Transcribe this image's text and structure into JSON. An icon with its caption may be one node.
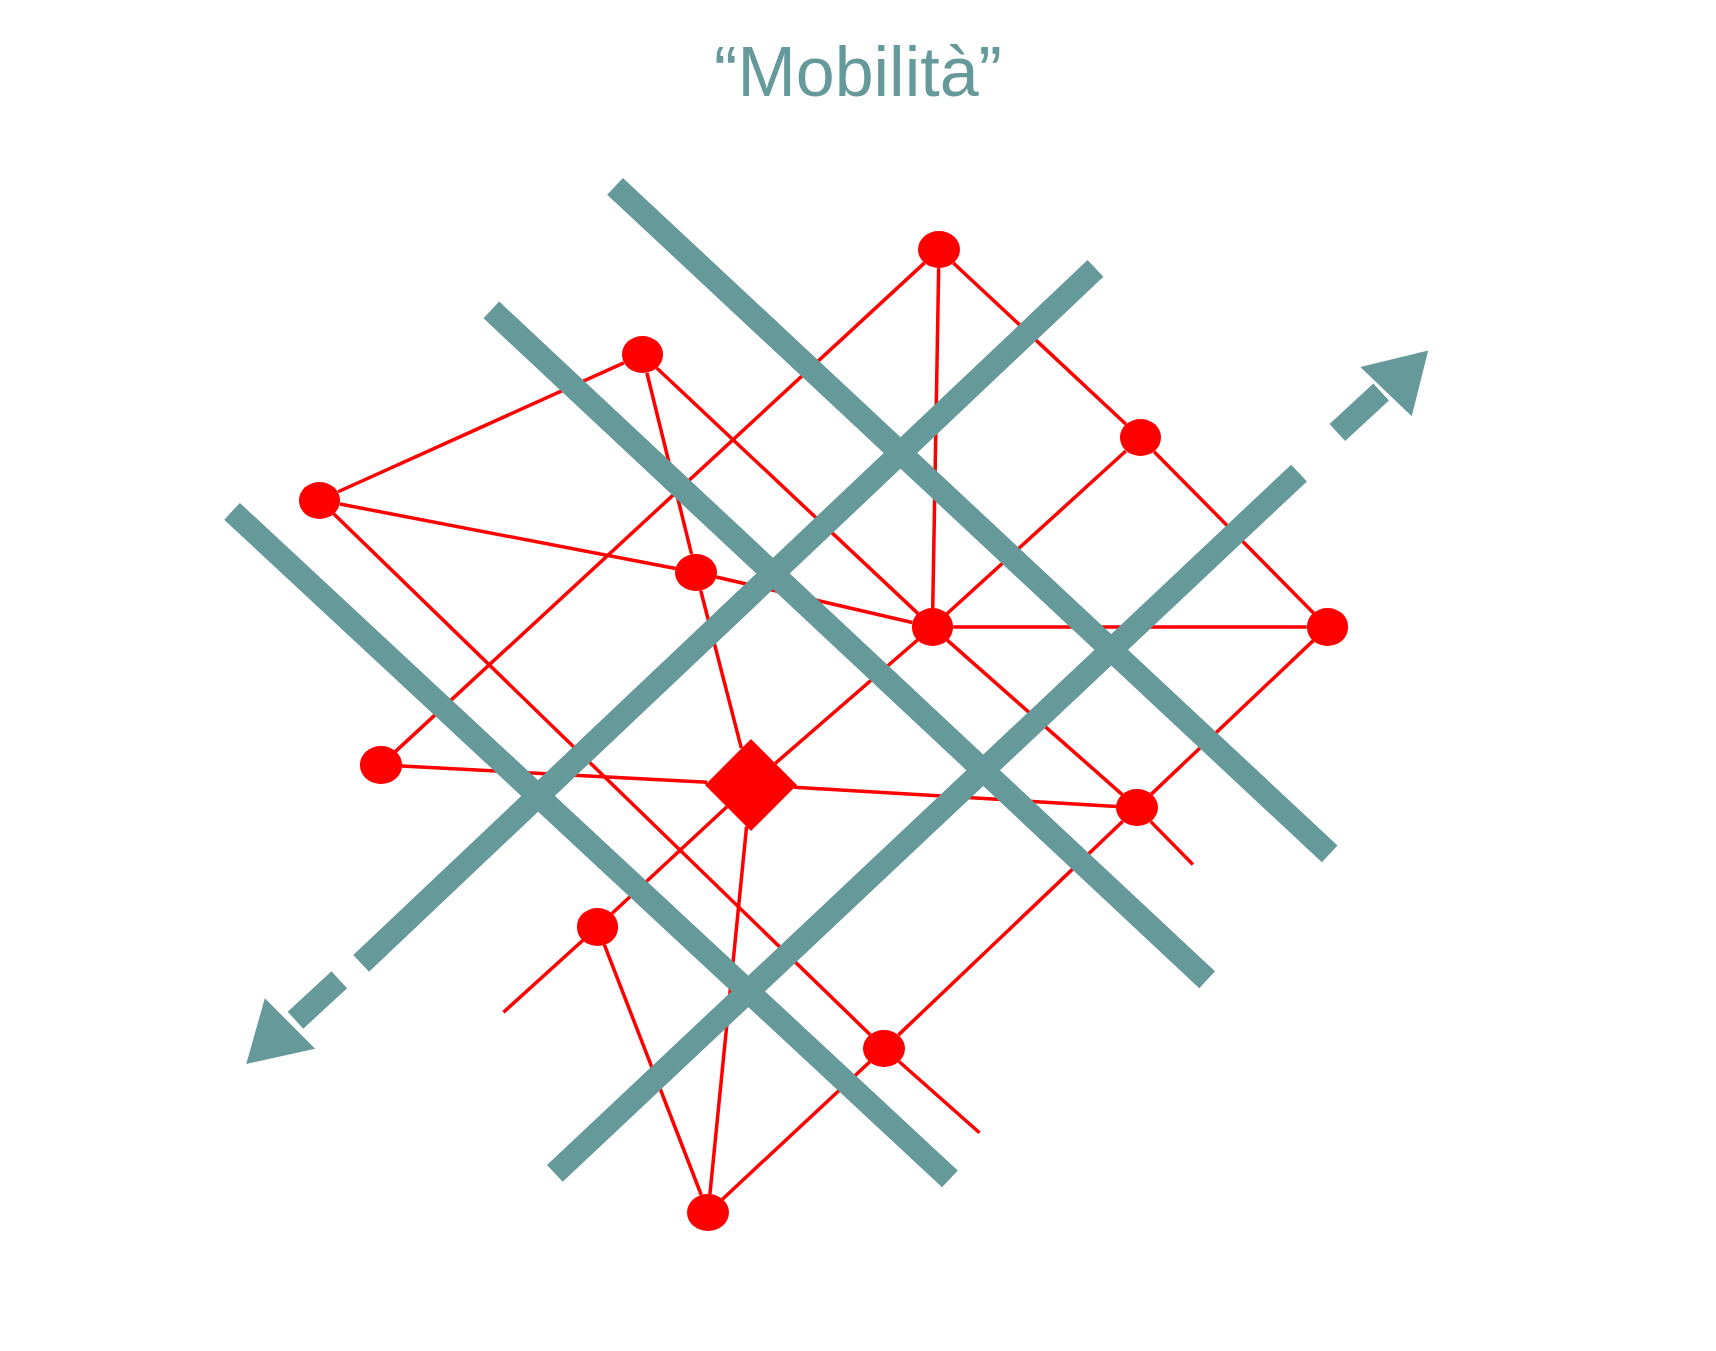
{
  "diagram": {
    "title": "“Mobilità”",
    "nodes": [
      {
        "text": [],
        "shape": "circle"
      },
      {
        "text": [],
        "shape": "circle"
      },
      {
        "text": [],
        "shape": "circle"
      },
      {
        "text": [],
        "shape": "circle"
      },
      {
        "text": [],
        "shape": "circle"
      },
      {
        "text": [],
        "shape": "circle"
      },
      {
        "text": [],
        "shape": "circle"
      },
      {
        "text": [],
        "shape": "circle"
      },
      {
        "text": [],
        "shape": "diamond"
      },
      {
        "text": [],
        "shape": "circle"
      },
      {
        "text": [],
        "shape": "circle"
      },
      {
        "text": [],
        "shape": "circle"
      },
      {
        "text": [],
        "shape": "circle"
      }
    ],
    "edges": [
      {
        "from": 2,
        "to": 1,
        "arrow": "none"
      },
      {
        "from": 1,
        "to": 4,
        "arrow": "none"
      },
      {
        "from": 4,
        "to": 8,
        "arrow": "none"
      },
      {
        "from": 1,
        "to": 5,
        "arrow": "none"
      },
      {
        "from": 5,
        "to": 9,
        "arrow": "none"
      },
      {
        "from": 9,
        "to": null,
        "arrow": "none"
      },
      {
        "from": 2,
        "to": 4,
        "arrow": "none"
      },
      {
        "from": 4,
        "to": 5,
        "arrow": "none"
      },
      {
        "from": 2,
        "to": 11,
        "arrow": "none"
      },
      {
        "from": 11,
        "to": null,
        "arrow": "none"
      },
      {
        "from": 0,
        "to": 5,
        "arrow": "none"
      },
      {
        "from": 0,
        "to": 3,
        "arrow": "none"
      },
      {
        "from": 3,
        "to": 6,
        "arrow": "none"
      },
      {
        "from": 0,
        "to": 7,
        "arrow": "none"
      },
      {
        "from": 3,
        "to": 5,
        "arrow": "none"
      },
      {
        "from": 5,
        "to": 8,
        "arrow": "none"
      },
      {
        "from": 8,
        "to": 10,
        "arrow": "none"
      },
      {
        "from": 10,
        "to": null,
        "arrow": "none"
      },
      {
        "from": 5,
        "to": 6,
        "arrow": "none"
      },
      {
        "from": 6,
        "to": 9,
        "arrow": "none"
      },
      {
        "from": 9,
        "to": 11,
        "arrow": "none"
      },
      {
        "from": 11,
        "to": 12,
        "arrow": "none"
      },
      {
        "from": 7,
        "to": 8,
        "arrow": "none"
      },
      {
        "from": 8,
        "to": 9,
        "arrow": "none"
      },
      {
        "from": 8,
        "to": 12,
        "arrow": "none"
      },
      {
        "from": 10,
        "to": 12,
        "arrow": "none"
      }
    ]
  }
}
